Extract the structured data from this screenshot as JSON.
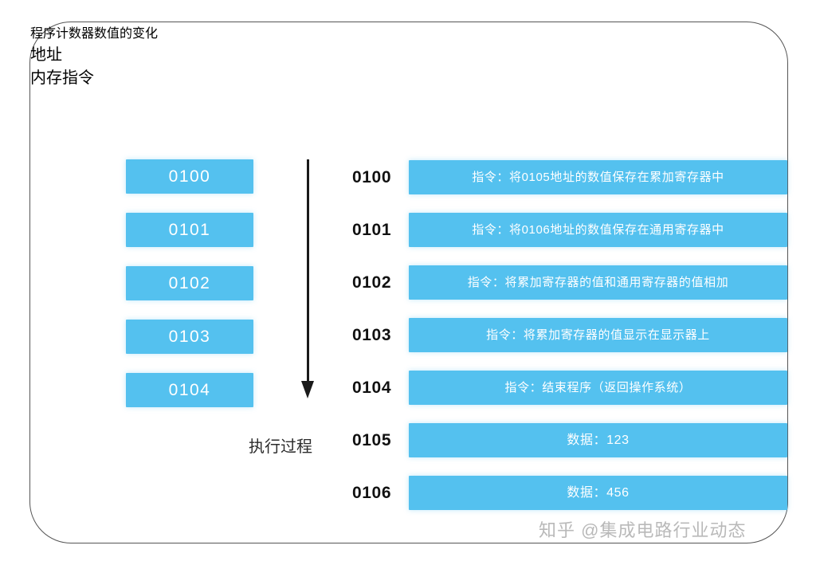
{
  "diagram": {
    "headings": {
      "program_counter": "程序计数器数值的变化",
      "address": "地址",
      "memory_instruction": "内存指令"
    },
    "program_counter_values": [
      "0100",
      "0101",
      "0102",
      "0103",
      "0104"
    ],
    "execution_arrow_label": "执行过程",
    "memory_rows": [
      {
        "address": "0100",
        "content": "指令：将0105地址的数值保存在累加寄存器中",
        "kind": "instruction"
      },
      {
        "address": "0101",
        "content": "指令：将0106地址的数值保存在通用寄存器中",
        "kind": "instruction"
      },
      {
        "address": "0102",
        "content": "指令：将累加寄存器的值和通用寄存器的值相加",
        "kind": "instruction"
      },
      {
        "address": "0103",
        "content": "指令：将累加寄存器的值显示在显示器上",
        "kind": "instruction"
      },
      {
        "address": "0104",
        "content": "指令：结束程序（返回操作系统）",
        "kind": "instruction"
      },
      {
        "address": "0105",
        "content": "数据：123",
        "kind": "data"
      },
      {
        "address": "0106",
        "content": "数据：456",
        "kind": "data"
      }
    ],
    "watermark": "知乎 @集成电路行业动态",
    "colors": {
      "bar_blue": "#54c1ef",
      "bar_text": "#ffffff",
      "address_text": "#111111",
      "card_border": "#555555",
      "background": "#ffffff",
      "watermark_text": "#b9b9b9"
    }
  }
}
